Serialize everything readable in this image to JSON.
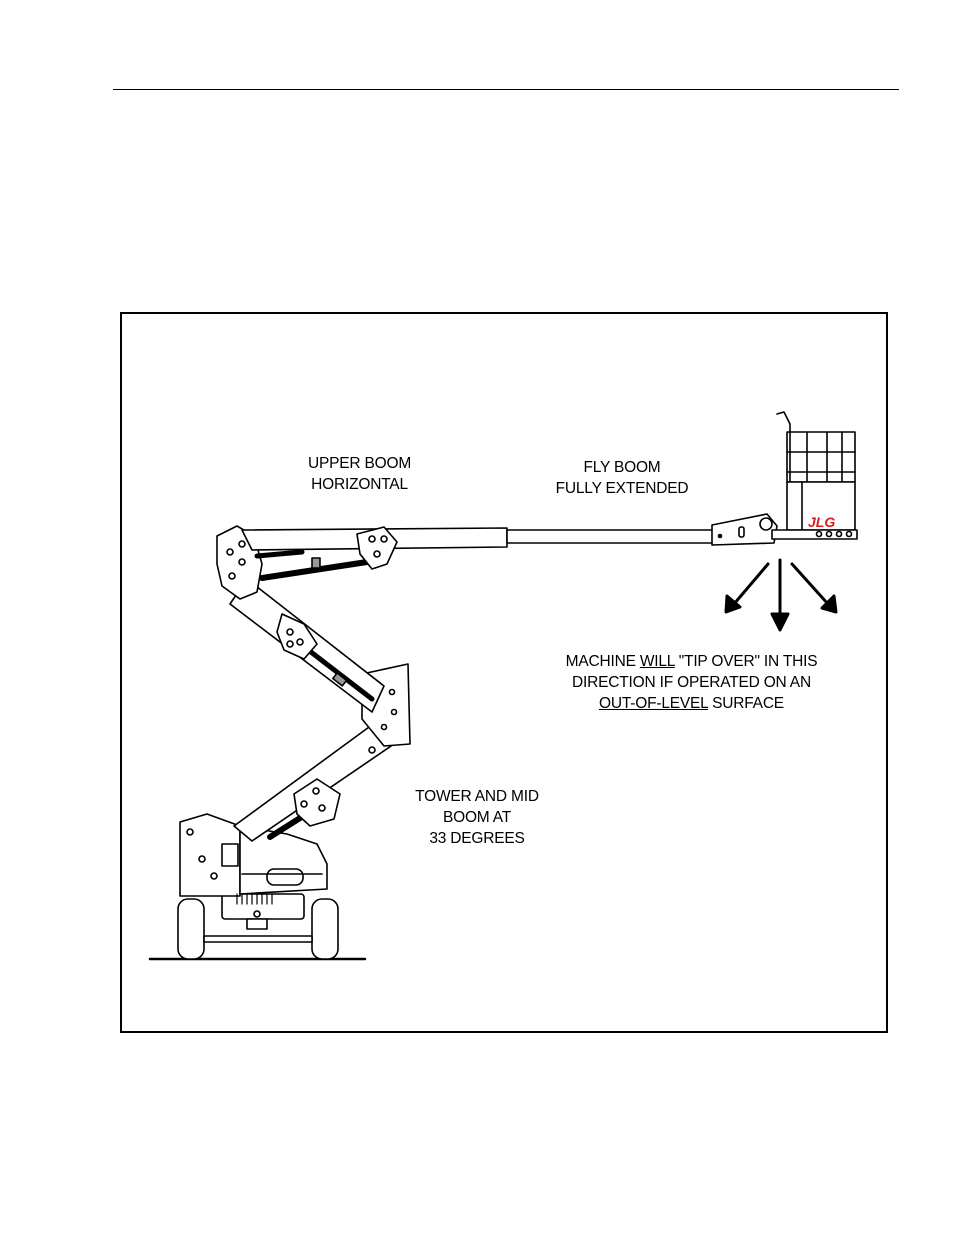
{
  "labels": {
    "upper_boom": {
      "line1": "UPPER BOOM",
      "line2": "HORIZONTAL"
    },
    "fly_boom": {
      "line1": "FLY BOOM",
      "line2": "FULLY EXTENDED"
    },
    "tip_warning": {
      "l1_pre": "MACHINE ",
      "l1_underline": "WILL",
      "l1_post": " \"TIP OVER\" IN THIS",
      "l2": "DIRECTION IF OPERATED ON AN",
      "l3_underline": "OUT-OF-LEVEL",
      "l3_post": " SURFACE"
    },
    "tower_boom": {
      "line1": "TOWER AND MID",
      "line2": "BOOM AT",
      "line3": "33 DEGREES"
    }
  },
  "logo_text": "JLG",
  "colors": {
    "logo": "#d42020",
    "line": "#000000"
  }
}
